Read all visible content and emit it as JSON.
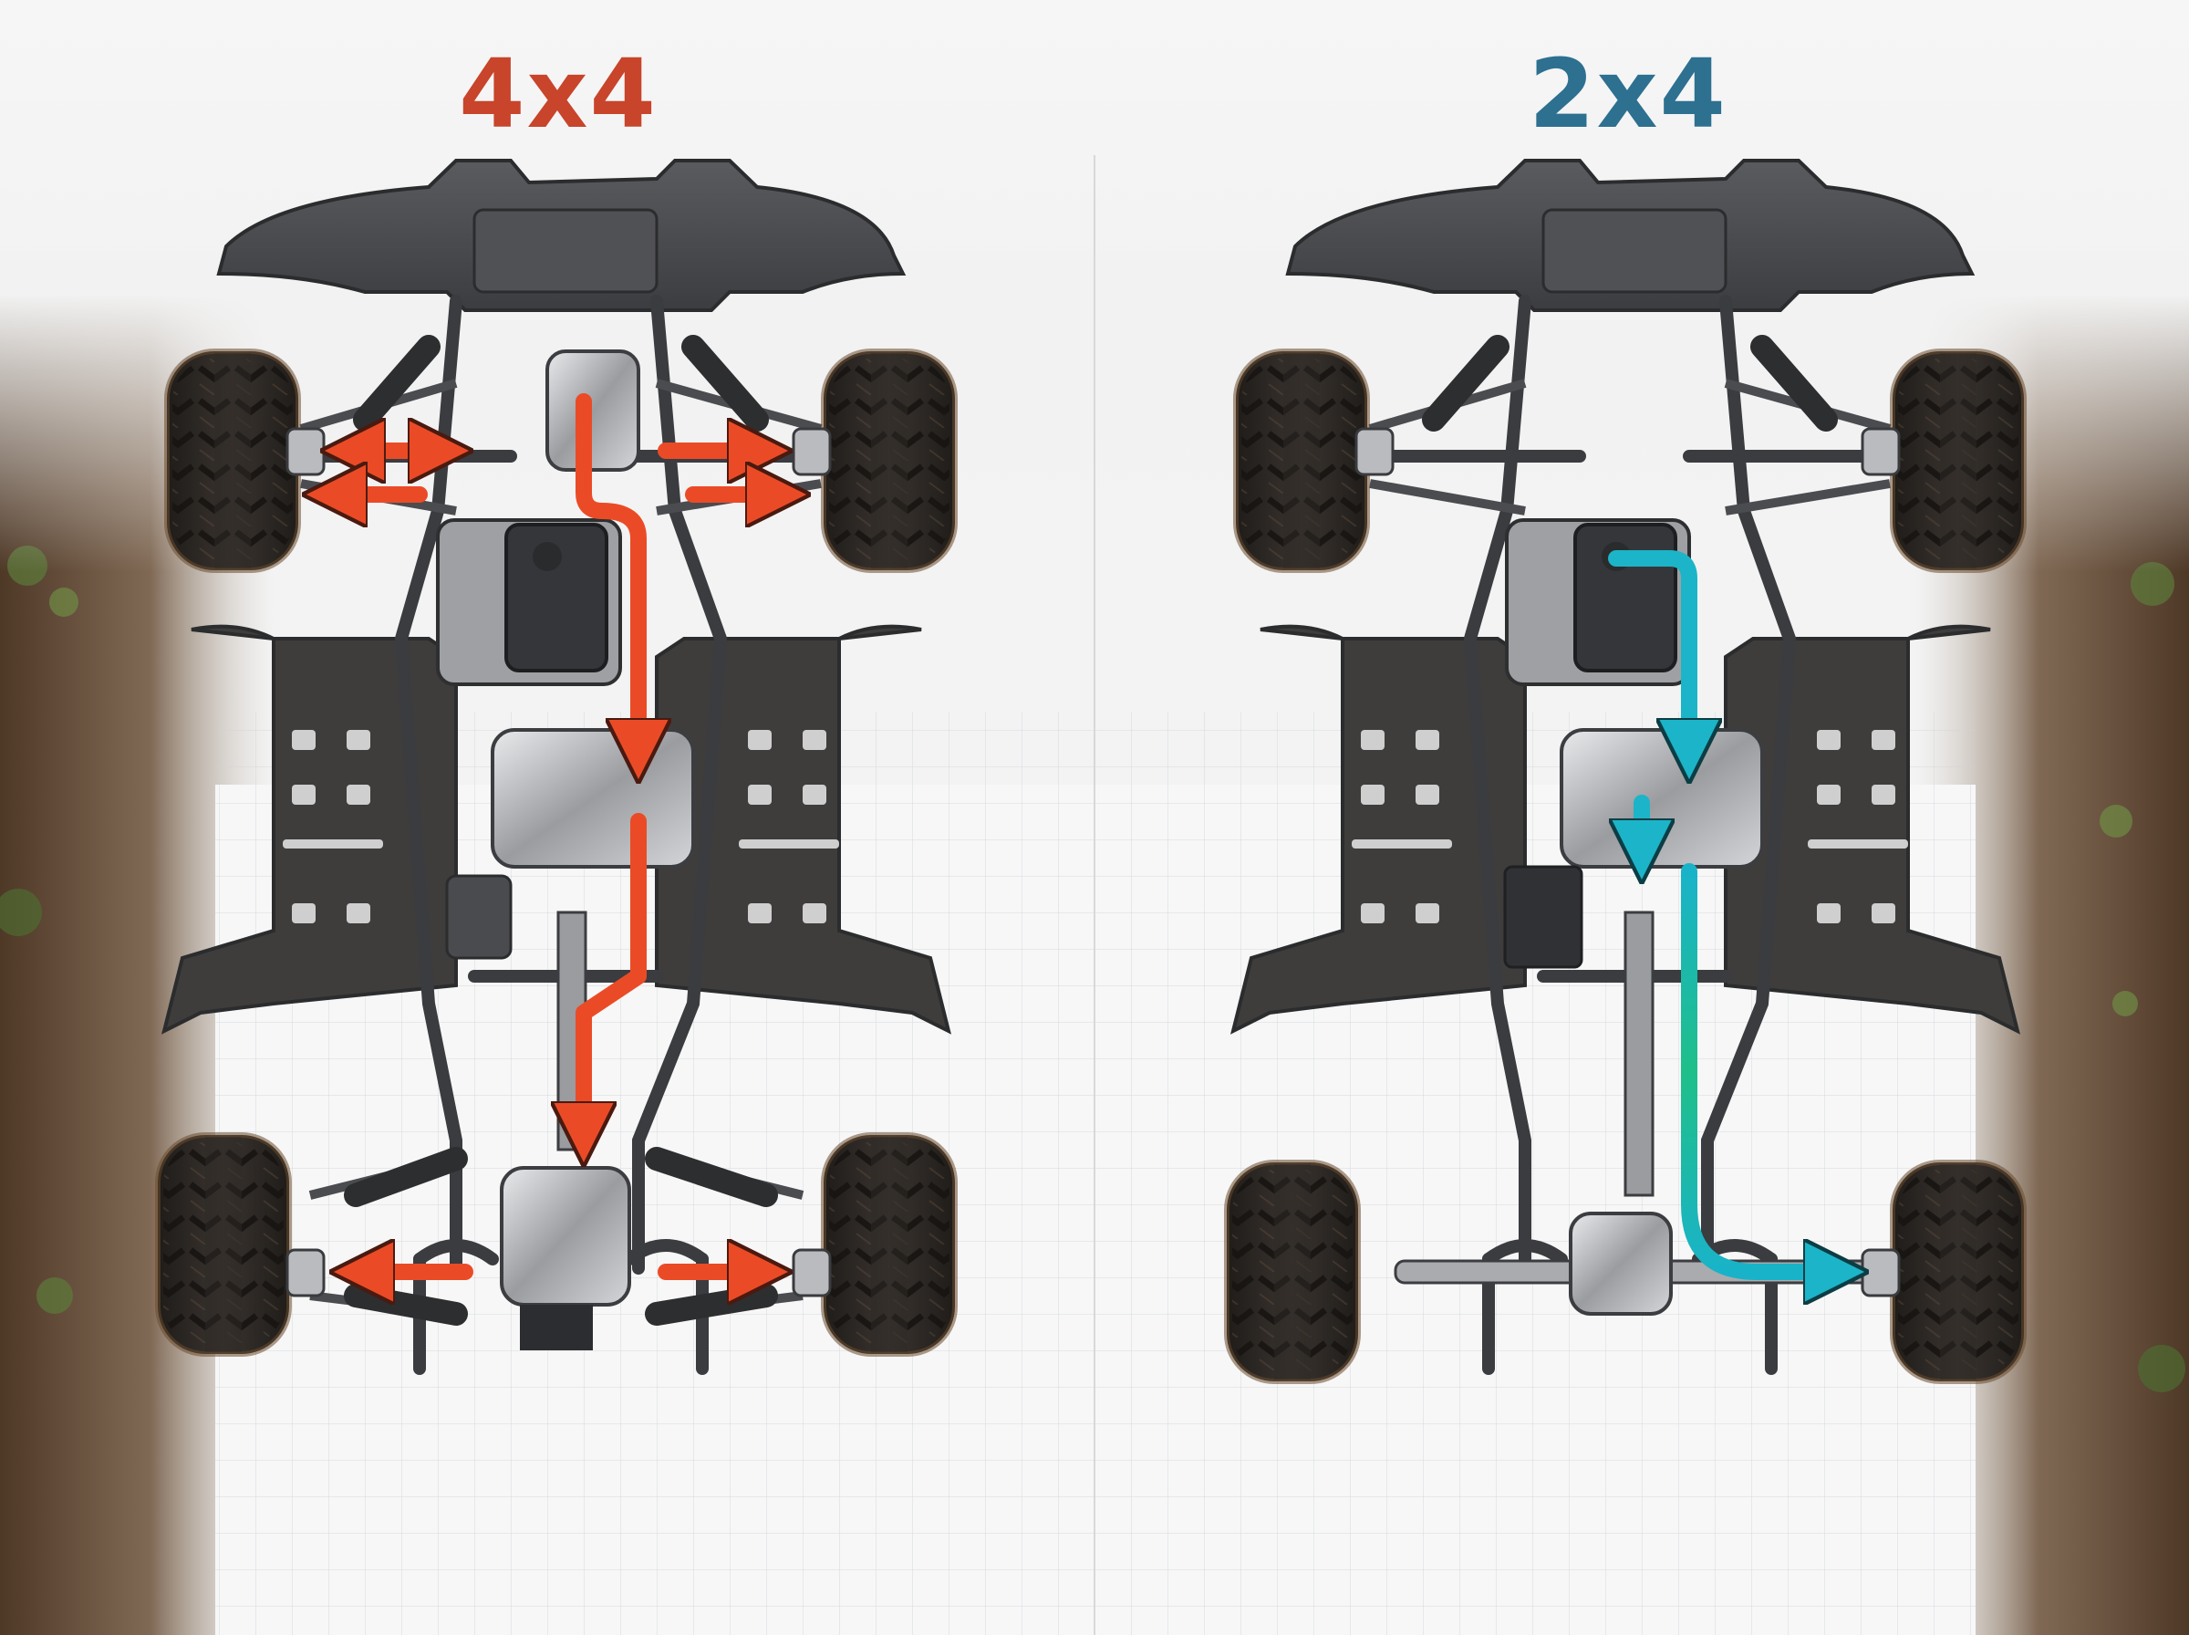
{
  "panels": [
    {
      "id": "four-wheel-drive",
      "title": "4x4",
      "title_color": "#c8442a",
      "flow_color": "#ea4b26",
      "driven_wheels": [
        "front-left",
        "front-right",
        "rear-left",
        "rear-right"
      ]
    },
    {
      "id": "two-wheel-drive",
      "title": "2x4",
      "title_color": "#2d7090",
      "flow_color": "#1cb4c8",
      "driven_wheels": [
        "rear-right"
      ]
    }
  ],
  "colors": {
    "frame": "#3a3c40",
    "body": "#4a4b4e",
    "tire": "#2a2724",
    "mud": "#6a4a2e",
    "background": "#f3f3f3",
    "soil": "#5c432e"
  },
  "icons": [
    "atv-chassis-4x4",
    "atv-chassis-2x4",
    "power-flow-arrow"
  ]
}
